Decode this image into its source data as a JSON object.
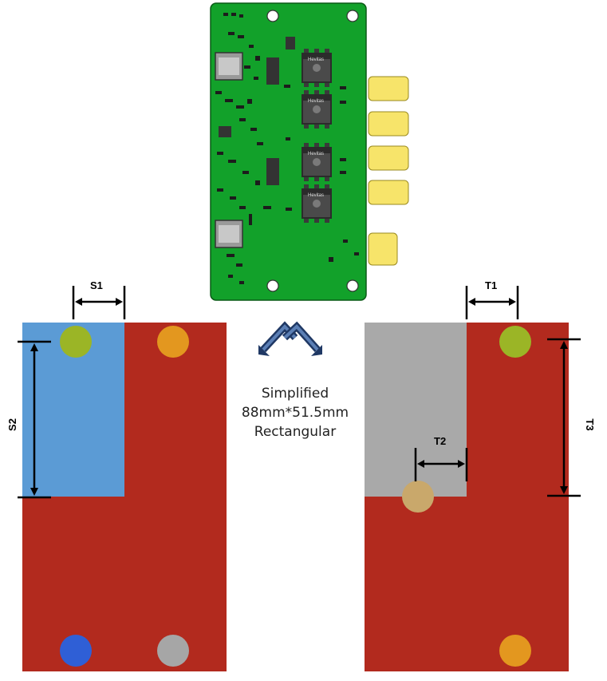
{
  "caption": {
    "line1": "Simplified",
    "line2": "88mm*51.5mm",
    "line3": "Rectangular"
  },
  "dimension_labels": {
    "s1": "S1",
    "s2": "S2",
    "t1": "T1",
    "t2": "T2",
    "t3": "T3"
  },
  "pcb_chip_label": "Hevitas",
  "colors": {
    "pcb_green": "#12a12a",
    "board_red": "#b22a1e",
    "region_blue": "#5b9bd5",
    "region_gray": "#a9a9a9",
    "pad_yellow": "#f7e46a",
    "pin_green": "#9bb526",
    "pin_orange": "#e3971f",
    "pin_blue": "#2f5fd6",
    "pin_gray": "#a6a6a6",
    "pin_tan": "#c9a86b",
    "arrow_navy": "#1f3864"
  }
}
